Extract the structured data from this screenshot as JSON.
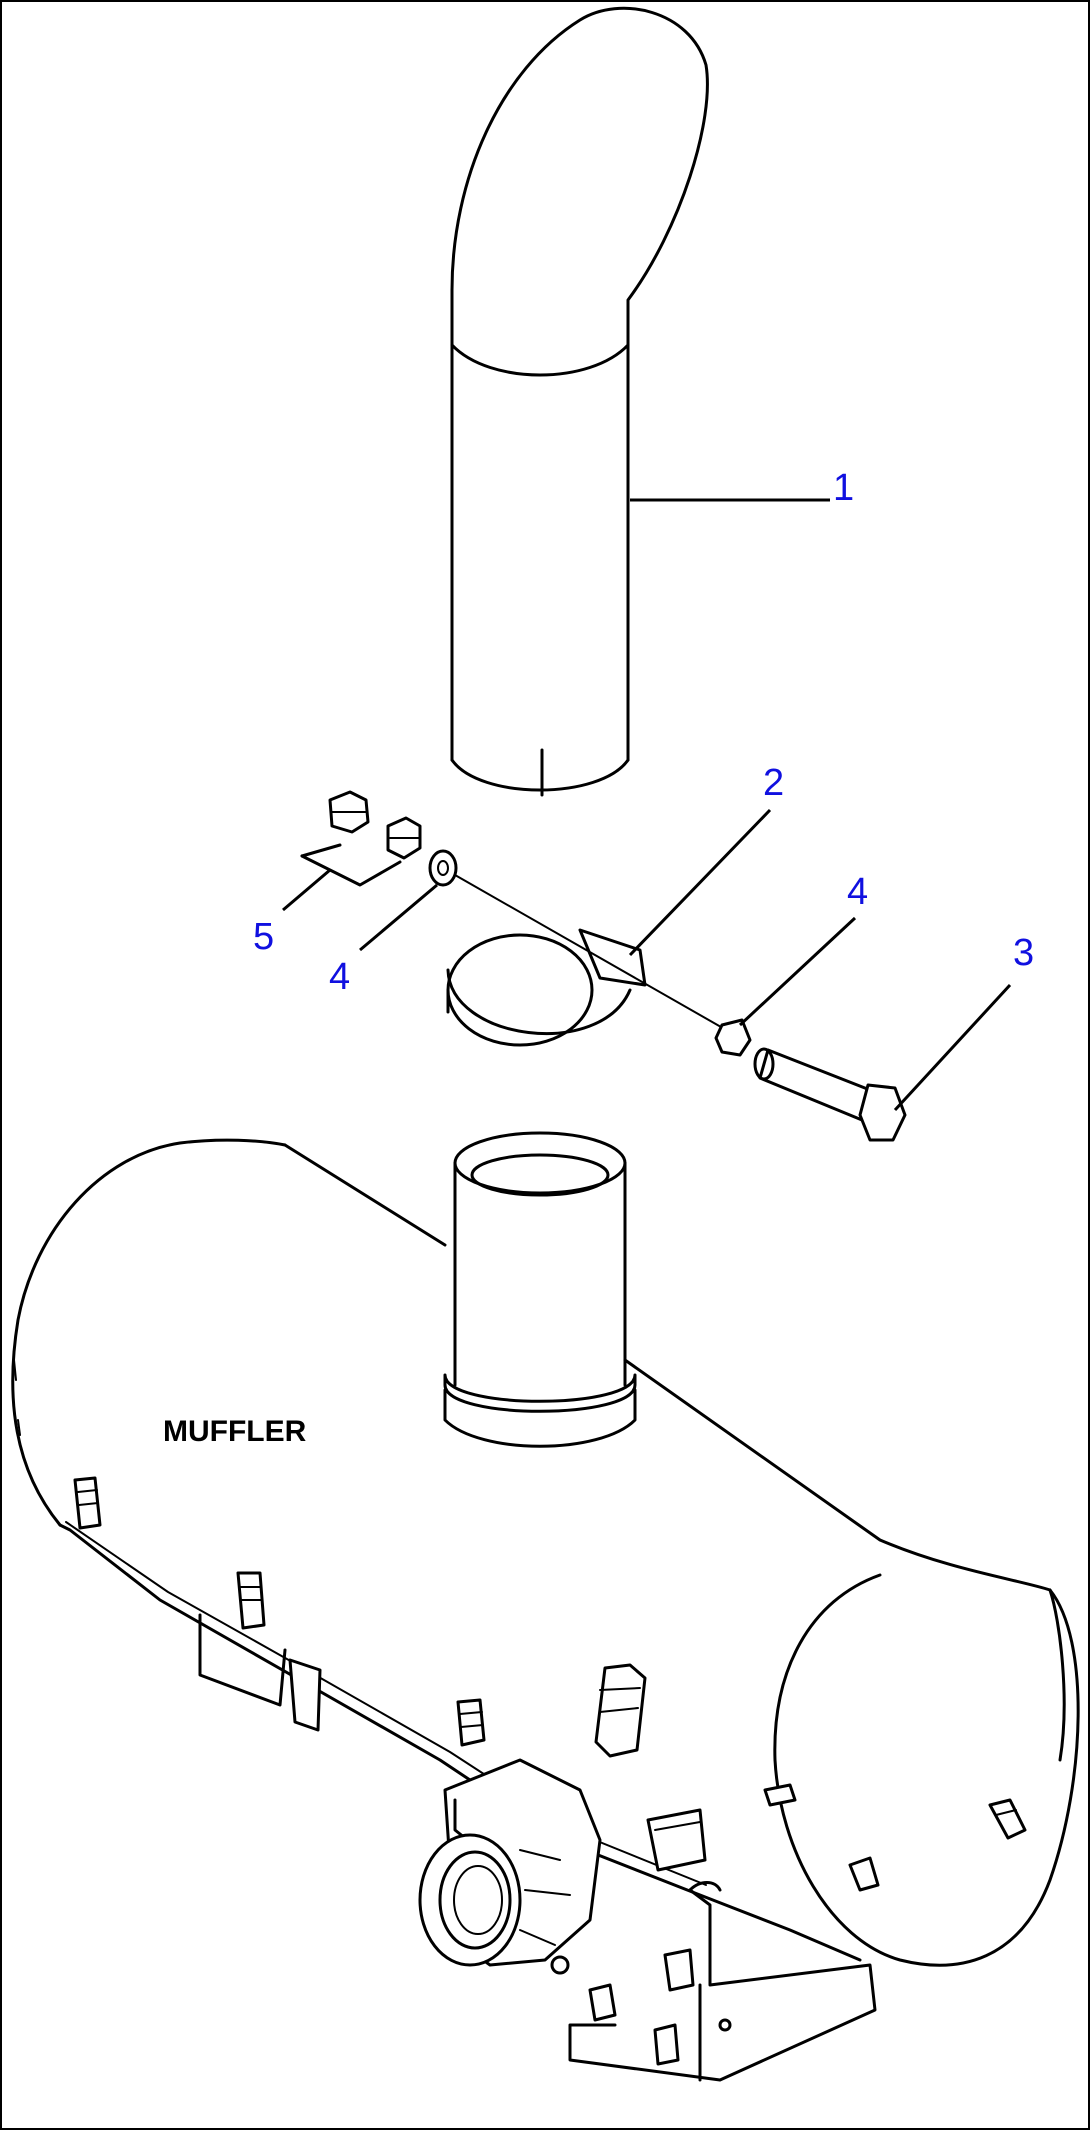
{
  "diagram": {
    "component_label": "MUFFLER",
    "callouts": {
      "pipe": "1",
      "clamp": "2",
      "bolt": "3",
      "washer_right": "4",
      "washer_left": "4",
      "nut": "5"
    }
  }
}
